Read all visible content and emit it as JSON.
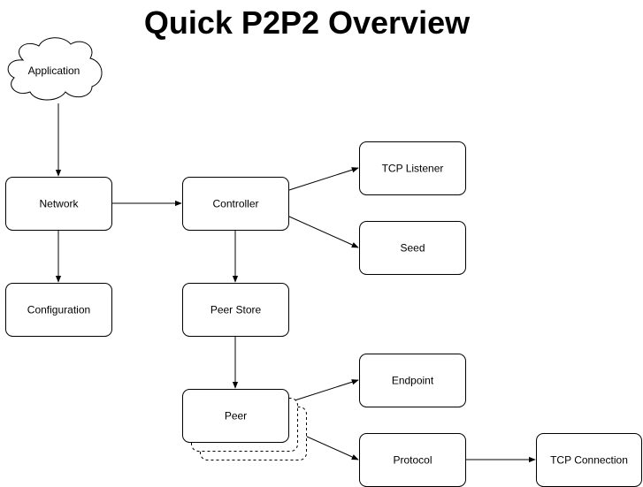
{
  "title": "Quick P2P2 Overview",
  "nodes": {
    "application": "Application",
    "network": "Network",
    "controller": "Controller",
    "tcp_listener": "TCP Listener",
    "seed": "Seed",
    "configuration": "Configuration",
    "peer_store": "Peer Store",
    "peer": "Peer",
    "endpoint": "Endpoint",
    "protocol": "Protocol",
    "tcp_connection": "TCP Connection"
  },
  "edges": [
    {
      "from": "application",
      "to": "network"
    },
    {
      "from": "network",
      "to": "controller"
    },
    {
      "from": "network",
      "to": "configuration"
    },
    {
      "from": "controller",
      "to": "tcp_listener"
    },
    {
      "from": "controller",
      "to": "seed"
    },
    {
      "from": "controller",
      "to": "peer_store"
    },
    {
      "from": "peer_store",
      "to": "peer"
    },
    {
      "from": "peer",
      "to": "endpoint"
    },
    {
      "from": "peer",
      "to": "protocol"
    },
    {
      "from": "protocol",
      "to": "tcp_connection"
    }
  ]
}
